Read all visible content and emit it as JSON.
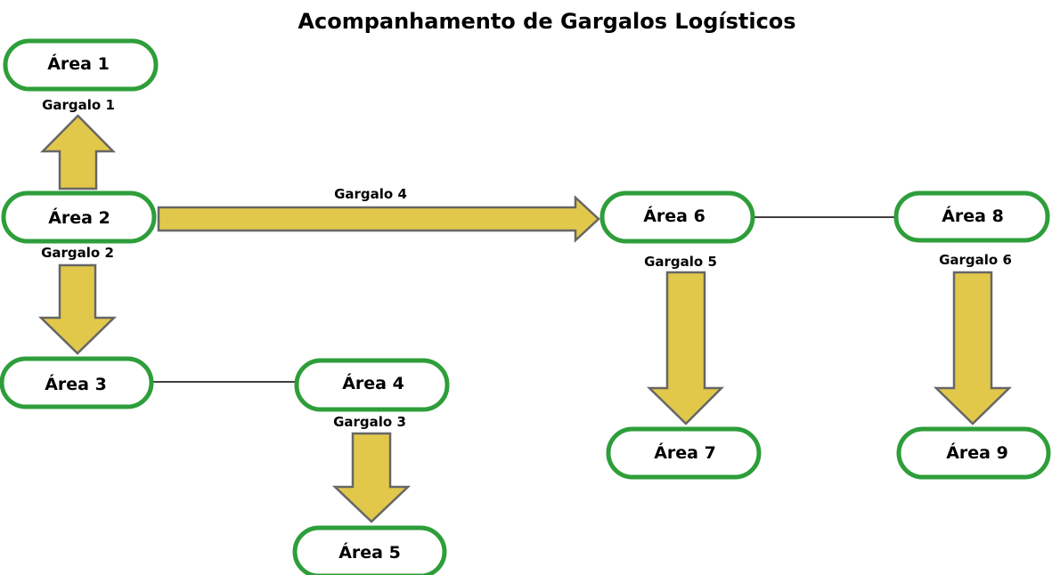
{
  "title": "Acompanhamento de Gargalos Logísticos",
  "colors": {
    "node_border": "#2e9e3a",
    "arrow_fill": "#e2c84a",
    "arrow_stroke": "#666666",
    "connector": "#000000"
  },
  "areas": {
    "area1": "Área 1",
    "area2": "Área 2",
    "area3": "Área 3",
    "area4": "Área 4",
    "area5": "Área 5",
    "area6": "Área 6",
    "area7": "Área 7",
    "area8": "Área 8",
    "area9": "Área 9"
  },
  "gargalos": {
    "g1": "Gargalo 1",
    "g2": "Gargalo 2",
    "g3": "Gargalo 3",
    "g4": "Gargalo 4",
    "g5": "Gargalo 5",
    "g6": "Gargalo 6"
  }
}
